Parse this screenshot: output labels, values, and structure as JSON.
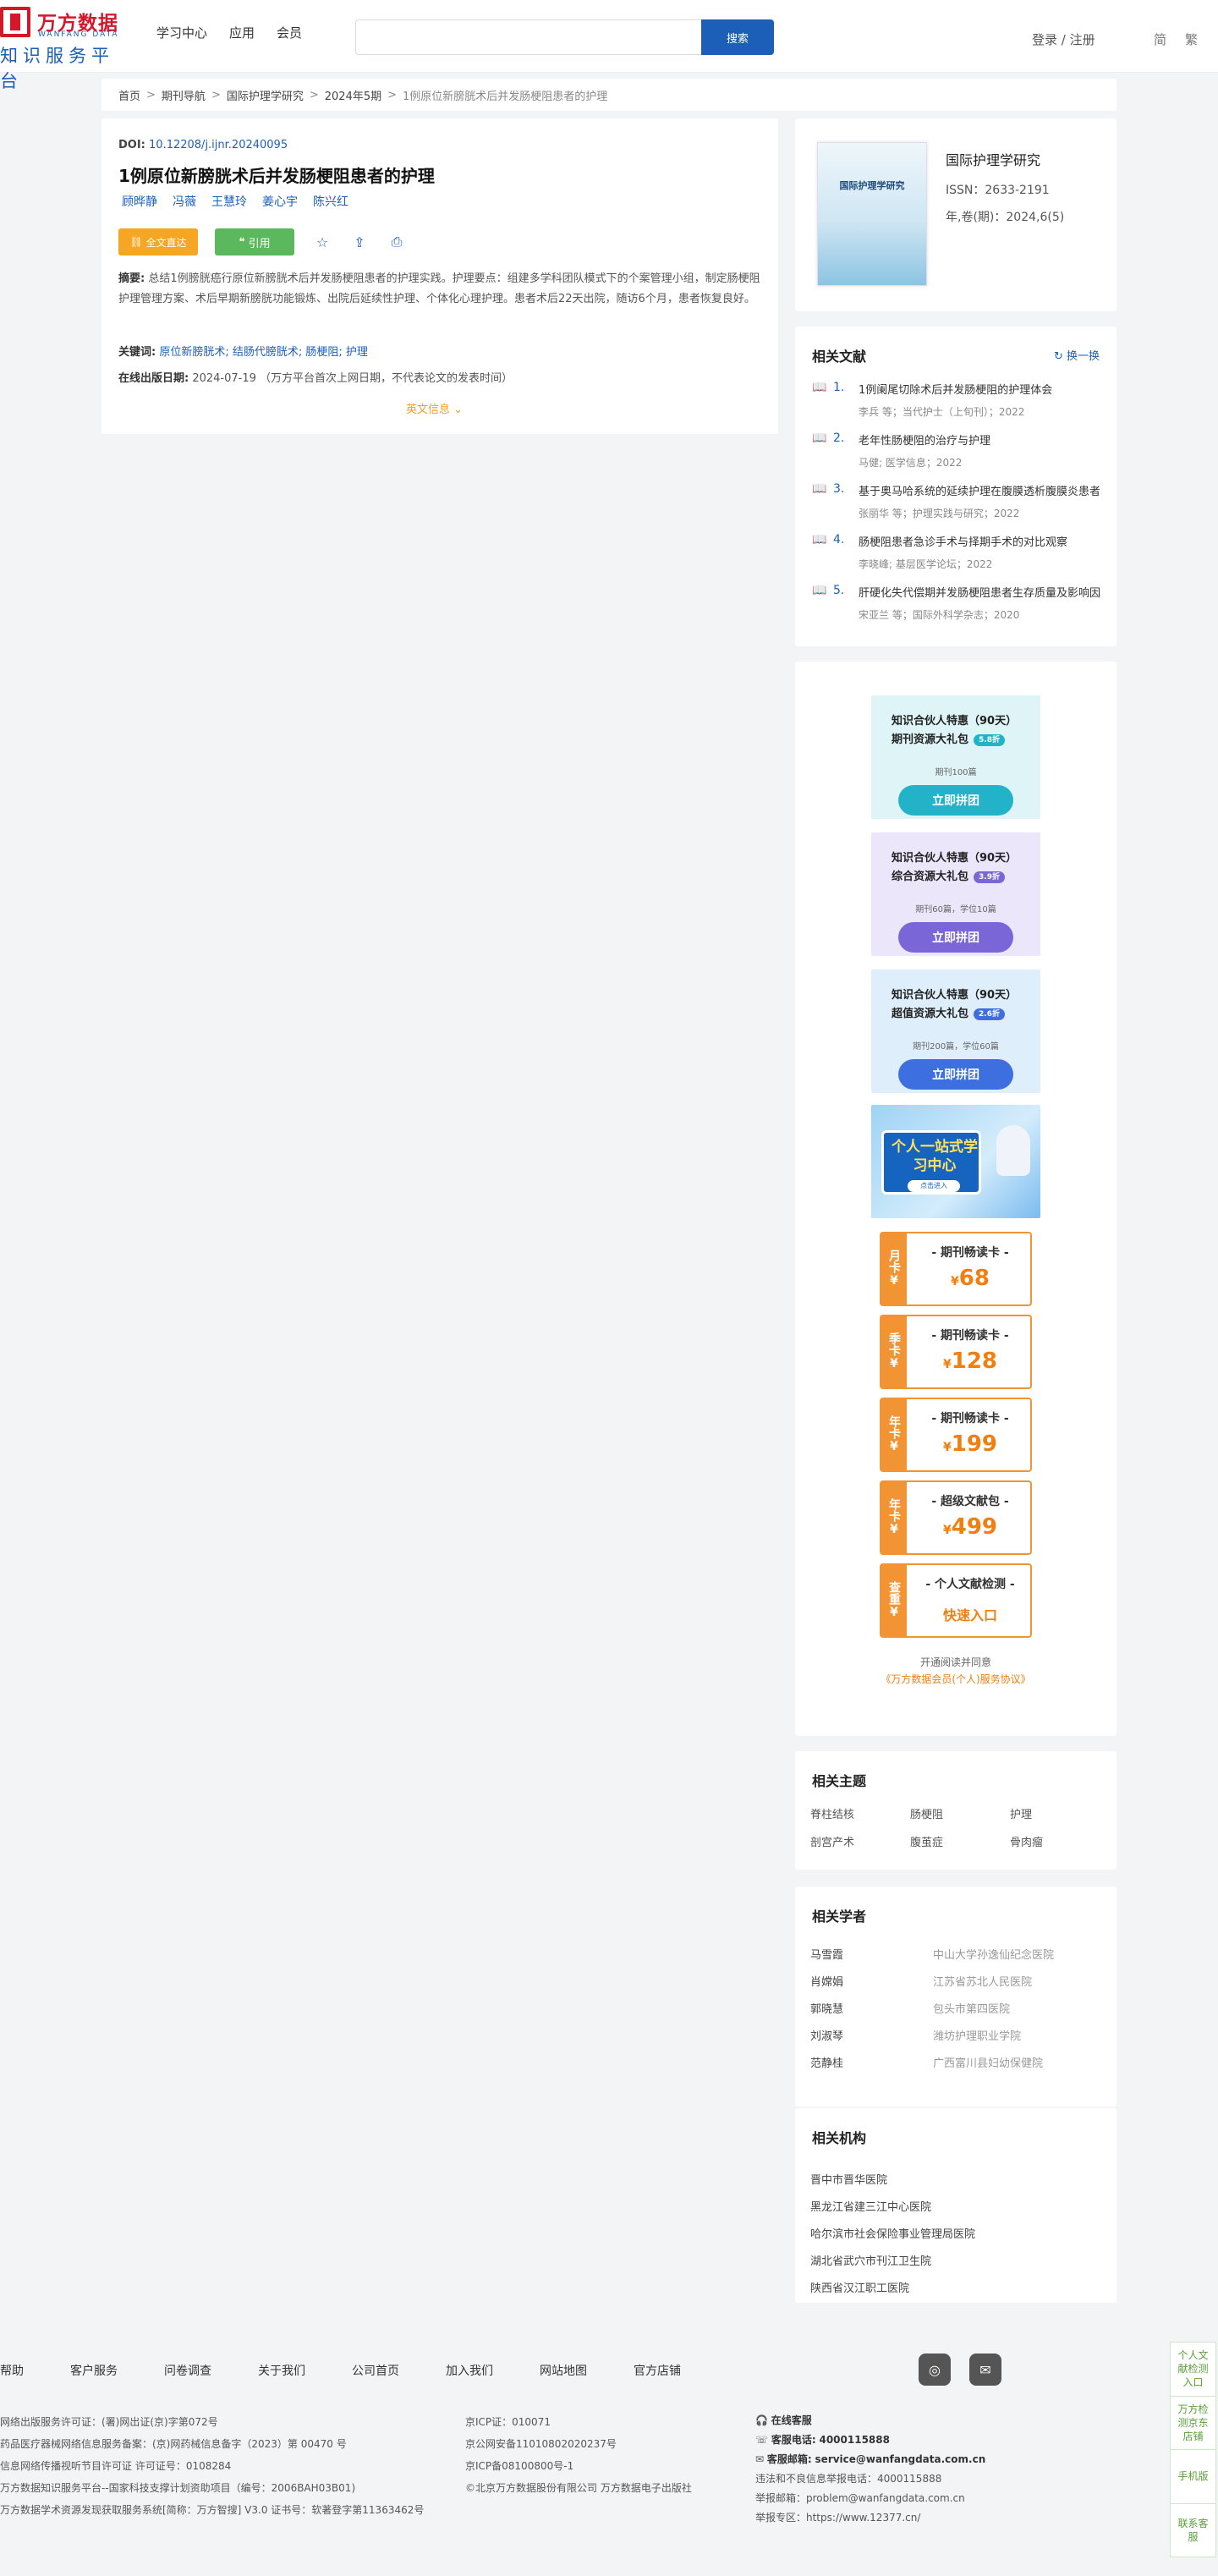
{
  "header": {
    "logo_cn": "万方数据",
    "logo_en": "WANFANG DATA",
    "logo_sub": "知识服务平台",
    "nav": [
      "学习中心",
      "应用",
      "会员"
    ],
    "search_button": "搜索",
    "search_placeholder": "",
    "login": "登录 / 注册",
    "lang_simplified": "简",
    "lang_traditional": "繁"
  },
  "breadcrumb": {
    "items": [
      "首页",
      "期刊导航",
      "国际护理学研究",
      "2024年5期"
    ],
    "current": "1例原位新膀胱术后并发肠梗阻患者的护理"
  },
  "article": {
    "doi_label": "DOI:",
    "doi": "10.12208/j.ijnr.20240095",
    "title": "1例原位新膀胱术后并发肠梗阻患者的护理",
    "authors": [
      "顾晔静",
      "冯薇",
      "王慧玲",
      "姜心宇",
      "陈兴红"
    ],
    "btn_fulltext": "全文直达",
    "btn_cite": "引用",
    "abstract_label": "摘要:",
    "abstract": "总结1例膀胱癌行原位新膀胱术后并发肠梗阻患者的护理实践。护理要点：组建多学科团队模式下的个案管理小组，制定肠梗阻护理管理方案、术后早期新膀胱功能锻炼、出院后延续性护理、个体化心理护理。患者术后22天出院，随访6个月，患者恢复良好。",
    "keywords_label": "关键词:",
    "keywords": "原位新膀胱术; 结肠代膀胱术; 肠梗阻; 护理",
    "pubdate_label": "在线出版日期:",
    "pubdate": "2024-07-19 （万方平台首次上网日期，不代表论文的发表时间）",
    "english_info": "英文信息"
  },
  "journal": {
    "cover_title": "国际护理学研究",
    "name": "国际护理学研究",
    "issn": "ISSN：2633-2191",
    "volume": "年,卷(期)：2024,6(5)"
  },
  "related": {
    "heading": "相关文献",
    "swap": "换一换",
    "items": [
      {
        "num": "1.",
        "title": "1例阑尾切除术后并发肠梗阻的护理体会",
        "meta": "李兵  等；当代护士（上旬刊）；2022"
      },
      {
        "num": "2.",
        "title": "老年性肠梗阻的治疗与护理",
        "meta": "马健; 医学信息；2022"
      },
      {
        "num": "3.",
        "title": "基于奥马哈系统的延续护理在腹膜透析腹膜炎患者中的应用",
        "meta": "张丽华  等；护理实践与研究；2022"
      },
      {
        "num": "4.",
        "title": "肠梗阻患者急诊手术与择期手术的对比观察",
        "meta": "李晓峰; 基层医学论坛；2022"
      },
      {
        "num": "5.",
        "title": "肝硬化失代偿期并发肠梗阻患者生存质量及影响因素",
        "meta": "宋亚兰  等；国际外科学杂志；2020"
      }
    ]
  },
  "promo": {
    "packs": [
      {
        "title1": "知识合伙人特惠（90天）",
        "title2": "期刊资源大礼包",
        "tag": "5.8折",
        "note": "期刊100篇",
        "button": "立即拼团",
        "bg": "#dff4f7",
        "btn": "#22b3c9",
        "tagbg": "#22b3c9"
      },
      {
        "title1": "知识合伙人特惠（90天）",
        "title2": "综合资源大礼包",
        "tag": "3.9折",
        "note": "期刊60篇，学位10篇",
        "button": "立即拼团",
        "bg": "#ebe6fa",
        "btn": "#7a66d6",
        "tagbg": "#7a66d6"
      },
      {
        "title1": "知识合伙人特惠（90天）",
        "title2": "超值资源大礼包",
        "tag": "2.6折",
        "note": "期刊200篇，学位60篇",
        "button": "立即拼团",
        "bg": "#dfeefb",
        "btn": "#3d6fe0",
        "tagbg": "#3d6fe0"
      }
    ],
    "banner_title": "个人一站式学习中心",
    "banner_btn": "点击进入",
    "cards": [
      {
        "side": "月卡",
        "name": "- 期刊畅读卡 -",
        "price": "68"
      },
      {
        "side": "季卡",
        "name": "- 期刊畅读卡 -",
        "price": "128"
      },
      {
        "side": "年卡",
        "name": "- 期刊畅读卡 -",
        "price": "199"
      },
      {
        "side": "年卡",
        "name": "- 超级文献包 -",
        "price": "499"
      }
    ],
    "check_side": "查重",
    "check_name": "- 个人文献检测 -",
    "check_link": "快速入口",
    "currency": "¥",
    "note1": "开通阅读并同意",
    "note2": "《万方数据会员(个人)服务协议》"
  },
  "topics": {
    "heading": "相关主题",
    "items": [
      "脊柱结核",
      "肠梗阻",
      "护理",
      "剖宫产术",
      "腹茧症",
      "骨肉瘤"
    ]
  },
  "scholars": {
    "heading": "相关学者",
    "items": [
      {
        "name": "马雪霞",
        "org": "中山大学孙逸仙纪念医院"
      },
      {
        "name": "肖嫦娟",
        "org": "江苏省苏北人民医院"
      },
      {
        "name": "郭晓慧",
        "org": "包头市第四医院"
      },
      {
        "name": "刘淑琴",
        "org": "潍坊护理职业学院"
      },
      {
        "name": "范静桂",
        "org": "广西富川县妇幼保健院"
      }
    ]
  },
  "orgs": {
    "heading": "相关机构",
    "items": [
      "晋中市晋华医院",
      "黑龙江省建三江中心医院",
      "哈尔滨市社会保险事业管理局医院",
      "湖北省武穴市刊江卫生院",
      "陕西省汉江职工医院"
    ]
  },
  "footer": {
    "links": [
      "帮助",
      "客户服务",
      "问卷调查",
      "关于我们",
      "公司首页",
      "加入我们",
      "网站地图",
      "官方店铺"
    ],
    "col1": [
      "网络出版服务许可证：(署)网出证(京)字第072号",
      "药品医疗器械网络信息服务备案：(京)网药械信息备字（2023）第 00470 号",
      "信息网络传播视听节目许可证 许可证号：0108284",
      "万方数据知识服务平台--国家科技支撑计划资助项目（编号：2006BAH03B01)",
      "万方数据学术资源发现获取服务系统[简称：万方智搜] V3.0 证书号：软著登字第11363462号"
    ],
    "col2": [
      "京ICP证：010071",
      "京公网安备11010802020237号",
      "京ICP备08100800号-1",
      "©北京万方数据股份有限公司 万方数据电子出版社"
    ],
    "service_title": "在线客服",
    "phone_label": "客服电话:",
    "phone": "4000115888",
    "email_label": "客服邮箱:",
    "email": "service@wanfangdata.com.cn",
    "col3": [
      "违法和不良信息举报电话：4000115888",
      "举报邮箱：problem@wanfangdata.com.cn",
      "举报专区：https://www.12377.cn/"
    ],
    "float": [
      "个人文献检测入口",
      "万方检测京东店铺",
      "手机版",
      "联系客服"
    ]
  }
}
